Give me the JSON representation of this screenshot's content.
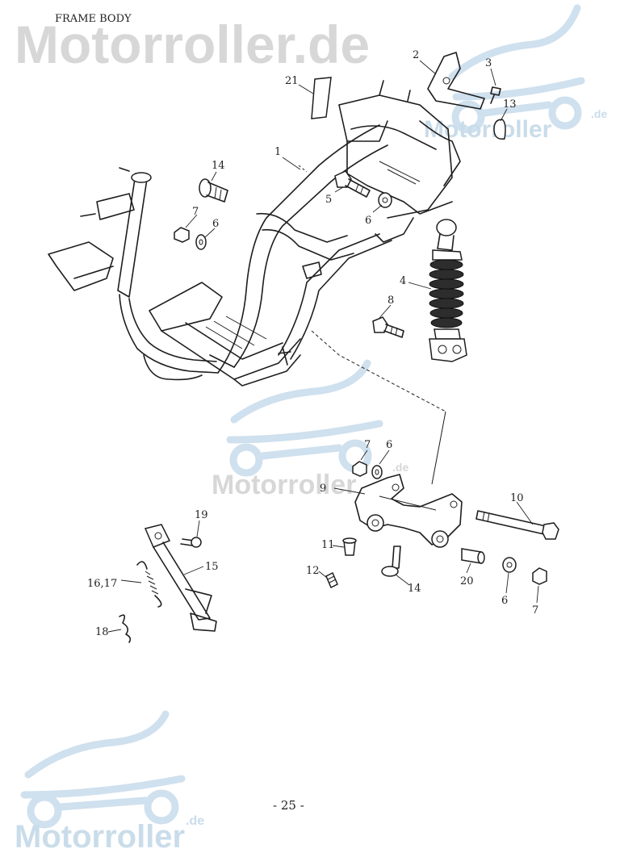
{
  "header": {
    "title": "FRAME BODY"
  },
  "watermarks": {
    "main": "Motorroller.de",
    "brand": "Motorroller",
    "suffix": ".de"
  },
  "callouts": [
    {
      "id": "c1",
      "text": "1"
    },
    {
      "id": "c2",
      "text": "2"
    },
    {
      "id": "c3",
      "text": "3"
    },
    {
      "id": "c4",
      "text": "4"
    },
    {
      "id": "c5",
      "text": "5"
    },
    {
      "id": "c6a",
      "text": "6"
    },
    {
      "id": "c6b",
      "text": "6"
    },
    {
      "id": "c6c",
      "text": "6"
    },
    {
      "id": "c6d",
      "text": "6"
    },
    {
      "id": "c7a",
      "text": "7"
    },
    {
      "id": "c7b",
      "text": "7"
    },
    {
      "id": "c7c",
      "text": "7"
    },
    {
      "id": "c8",
      "text": "8"
    },
    {
      "id": "c9",
      "text": "9"
    },
    {
      "id": "c10",
      "text": "10"
    },
    {
      "id": "c11",
      "text": "11"
    },
    {
      "id": "c12",
      "text": "12"
    },
    {
      "id": "c13",
      "text": "13"
    },
    {
      "id": "c14a",
      "text": "14"
    },
    {
      "id": "c14b",
      "text": "14"
    },
    {
      "id": "c15",
      "text": "15"
    },
    {
      "id": "c1617",
      "text": "16,17"
    },
    {
      "id": "c18",
      "text": "18"
    },
    {
      "id": "c19",
      "text": "19"
    },
    {
      "id": "c20",
      "text": "20"
    },
    {
      "id": "c21",
      "text": "21"
    }
  ],
  "footer": {
    "page_number": "- 25 -"
  },
  "colors": {
    "line": "#1e1e1e",
    "watermark_gray": "#d7d7d7",
    "watermark_blue": "#c9dcea"
  }
}
